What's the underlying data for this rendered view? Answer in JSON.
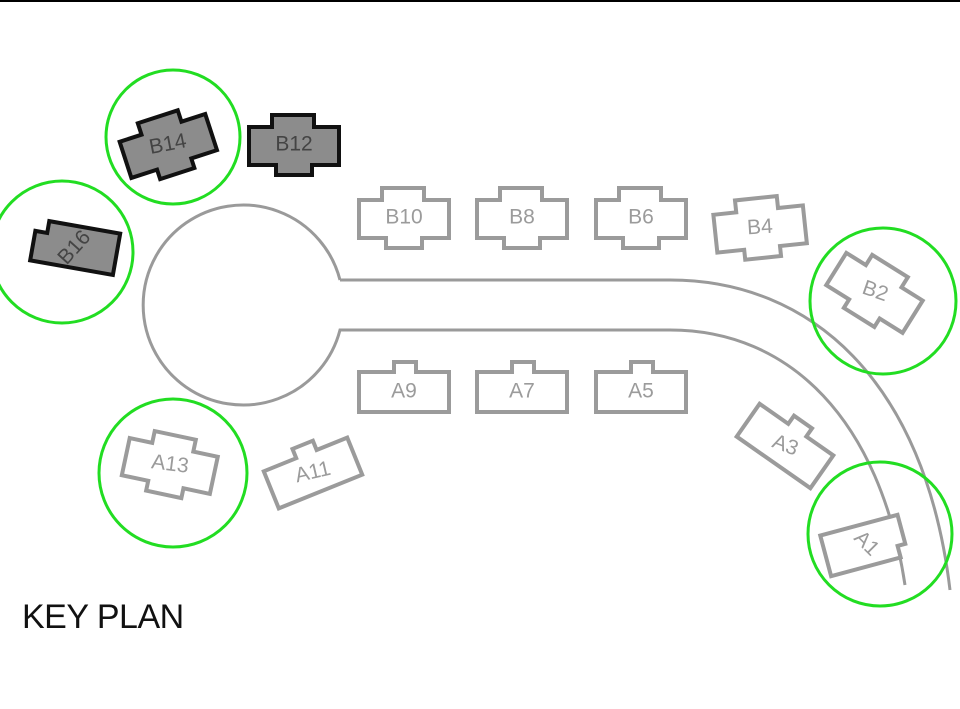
{
  "title": "KEY PLAN",
  "colors": {
    "highlight_ring": "#22dd22",
    "road": "#9a9a9a",
    "lot_outline": "#9b9b9b",
    "lot_label": "#9b9b9b",
    "selected_fill": "#8c8c8c",
    "selected_outline": "#111111",
    "selected_label": "#444444"
  },
  "lots": [
    {
      "id": "B16",
      "label": "B16",
      "selected": true,
      "highlighted": true
    },
    {
      "id": "B14",
      "label": "B14",
      "selected": true,
      "highlighted": true
    },
    {
      "id": "B12",
      "label": "B12",
      "selected": true,
      "highlighted": false
    },
    {
      "id": "B10",
      "label": "B10",
      "selected": false,
      "highlighted": false
    },
    {
      "id": "B8",
      "label": "B8",
      "selected": false,
      "highlighted": false
    },
    {
      "id": "B6",
      "label": "B6",
      "selected": false,
      "highlighted": false
    },
    {
      "id": "B4",
      "label": "B4",
      "selected": false,
      "highlighted": false
    },
    {
      "id": "B2",
      "label": "B2",
      "selected": false,
      "highlighted": true
    },
    {
      "id": "A13",
      "label": "A13",
      "selected": false,
      "highlighted": true
    },
    {
      "id": "A11",
      "label": "A11",
      "selected": false,
      "highlighted": false
    },
    {
      "id": "A9",
      "label": "A9",
      "selected": false,
      "highlighted": false
    },
    {
      "id": "A7",
      "label": "A7",
      "selected": false,
      "highlighted": false
    },
    {
      "id": "A5",
      "label": "A5",
      "selected": false,
      "highlighted": false
    },
    {
      "id": "A3",
      "label": "A3",
      "selected": false,
      "highlighted": false
    },
    {
      "id": "A1",
      "label": "A1",
      "selected": false,
      "highlighted": true
    }
  ]
}
